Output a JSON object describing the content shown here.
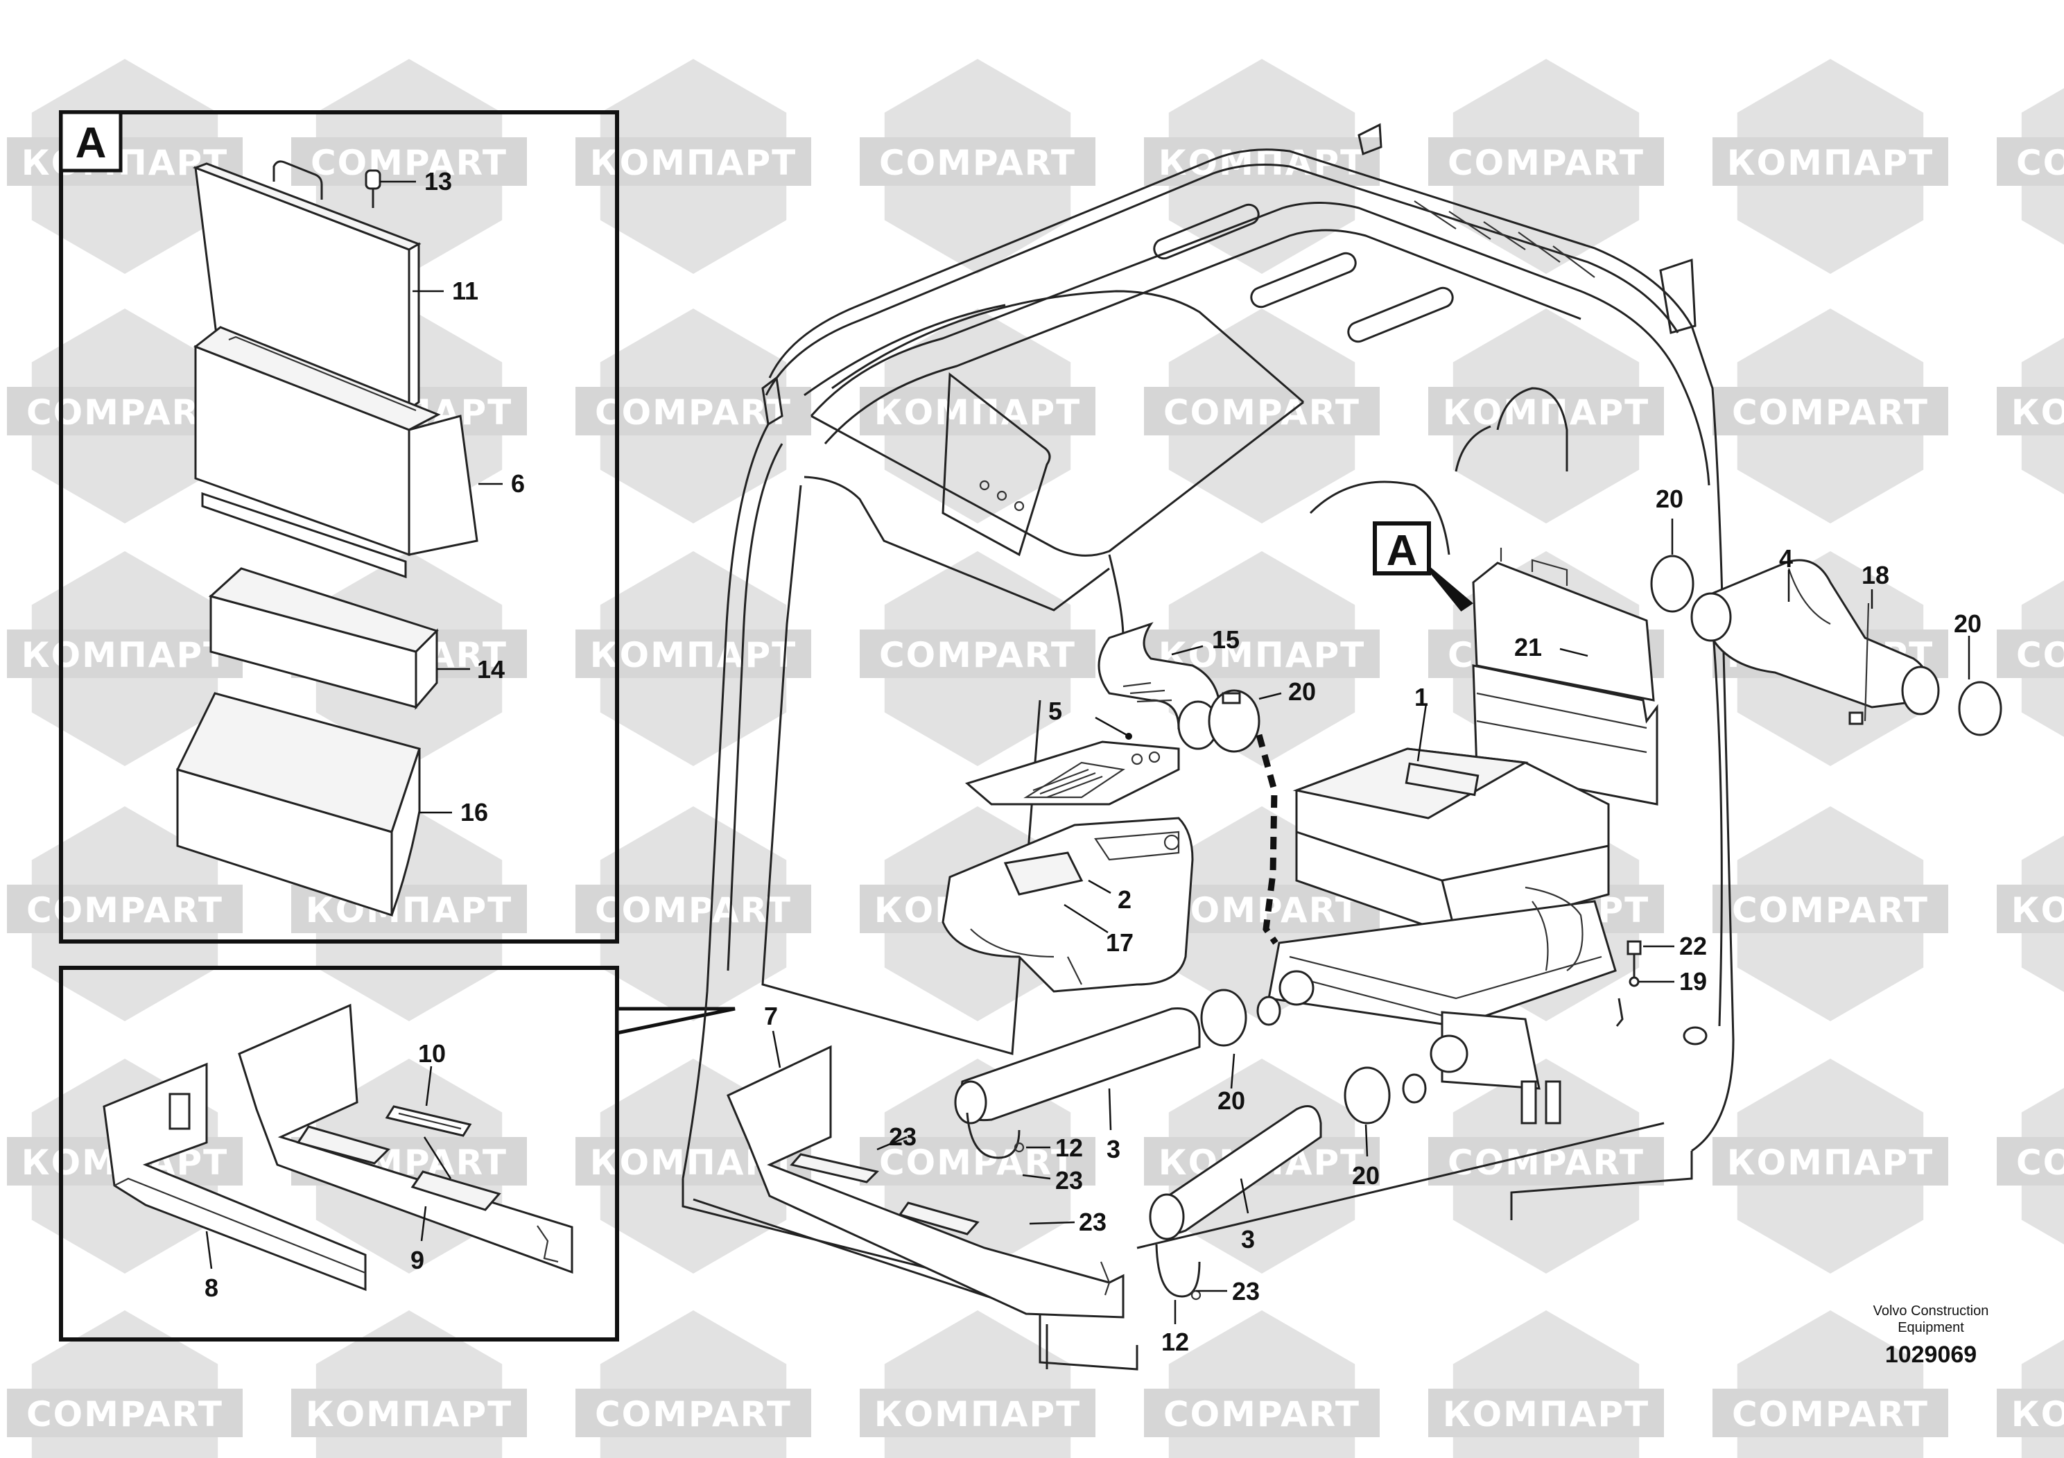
{
  "watermarks": [
    "КОМПАРТ",
    "COMPART"
  ],
  "inset_a": {
    "letter": "A",
    "labels": [
      "13",
      "11",
      "6",
      "14",
      "16"
    ]
  },
  "view_a_tag": {
    "letter": "A"
  },
  "inset_floor": {
    "labels": [
      "10",
      "9",
      "8"
    ]
  },
  "main_labels": [
    "15",
    "5",
    "20",
    "2",
    "17",
    "1",
    "21",
    "20",
    "4",
    "18",
    "20",
    "22",
    "19",
    "7",
    "23",
    "12",
    "23",
    "3",
    "20",
    "20",
    "23",
    "3",
    "23",
    "12"
  ],
  "footer": {
    "credit_line1": "Volvo Construction",
    "credit_line2": "Equipment",
    "doc_number": "1029069"
  }
}
